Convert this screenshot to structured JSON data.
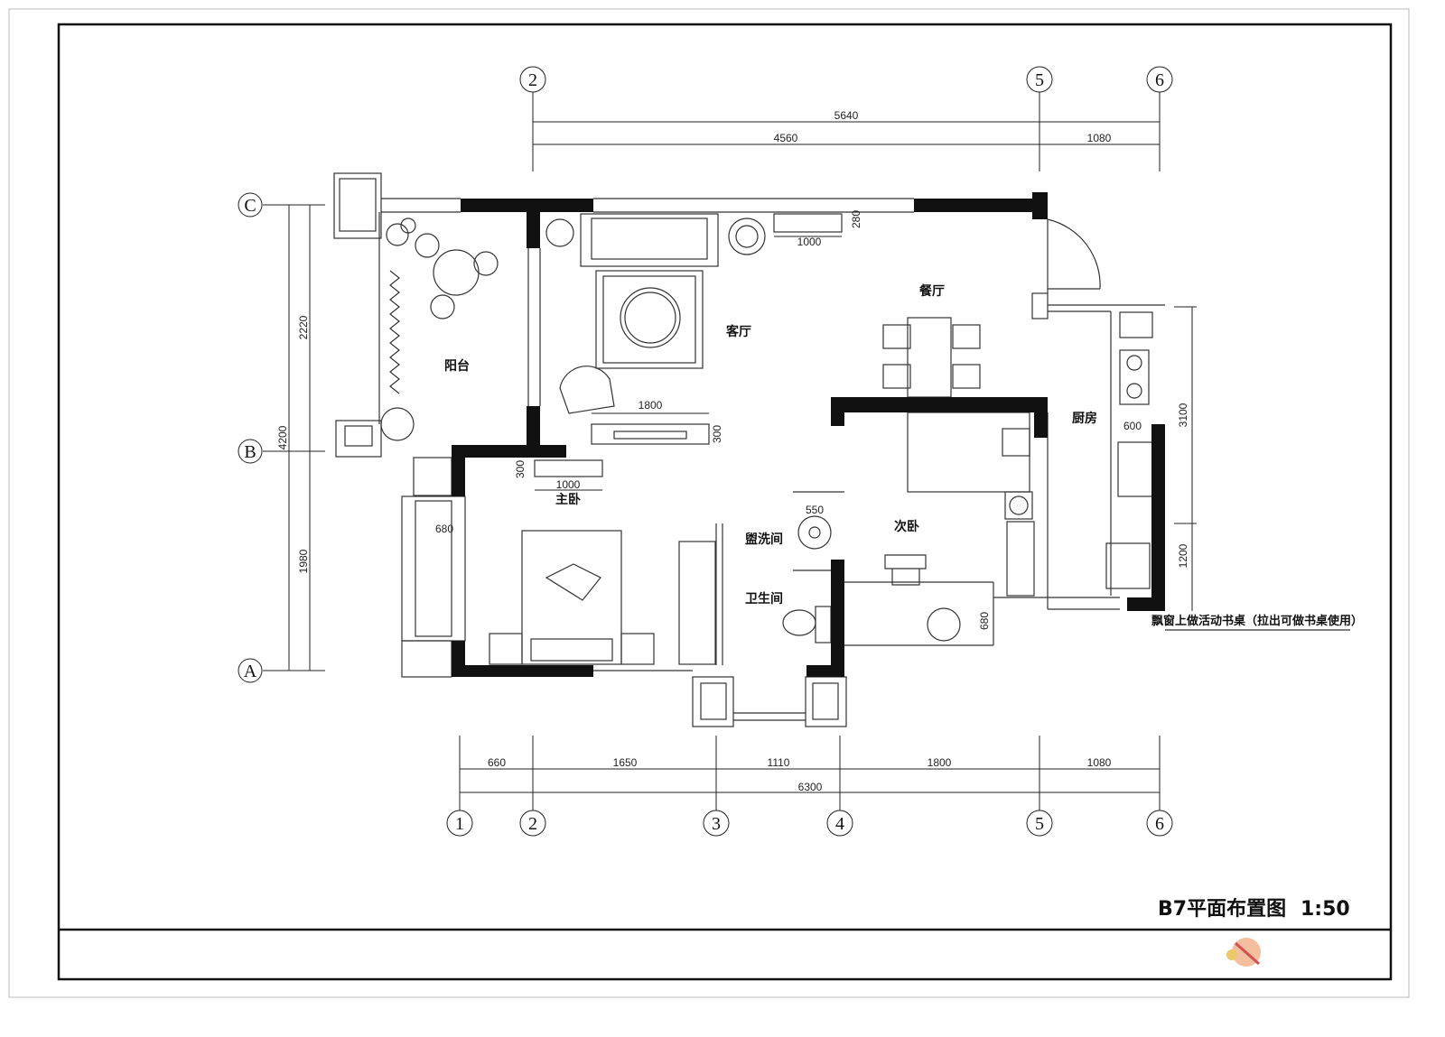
{
  "title": "B7平面布置图",
  "scale": "1:50",
  "axes": {
    "top": [
      "2",
      "5",
      "6"
    ],
    "bottom": [
      "1",
      "2",
      "3",
      "4",
      "5",
      "6"
    ],
    "left": [
      "C",
      "B",
      "A"
    ]
  },
  "dimensions": {
    "top_total": "5640",
    "top_segments": [
      "4560",
      "1080"
    ],
    "bottom_segments": [
      "660",
      "1650",
      "1110",
      "1800",
      "1080"
    ],
    "bottom_total": "6300",
    "left_total": "4200",
    "left_segments": [
      "2220",
      "1980"
    ],
    "right_segments": [
      "3100",
      "1200"
    ]
  },
  "rooms": {
    "balcony": "阳台",
    "living": "客厅",
    "dining": "餐厅",
    "kitchen": "厨房",
    "master": "主卧",
    "washroom": "盥洗间",
    "bathroom": "卫生间",
    "second": "次卧"
  },
  "furniture_dims": {
    "cabinet_w": "1000",
    "cabinet_d": "280",
    "tv_w": "1800",
    "tv_d": "300",
    "master_tv_d": "300",
    "master_tv_w": "1000",
    "window_680": "680",
    "basin": "550",
    "kitchen_600": "600",
    "bay_680": "680"
  },
  "annotation": "飘窗上做活动书桌（拉出可做书桌使用）"
}
